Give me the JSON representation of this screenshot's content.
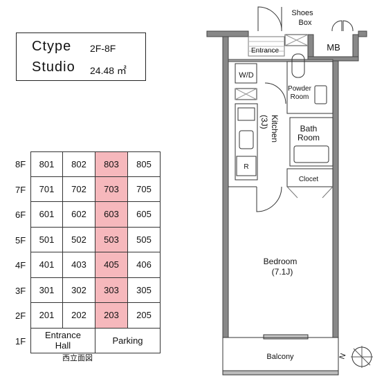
{
  "unit_info": {
    "type": "Ctype",
    "floors": "2F-8F",
    "layout": "Studio",
    "area": "24.48 ㎡"
  },
  "elevation_table": {
    "highlight_color": "#f6b8bc",
    "highlight_column": 2,
    "floors": [
      {
        "label": "8F",
        "units": [
          "801",
          "802",
          "803",
          "805"
        ]
      },
      {
        "label": "7F",
        "units": [
          "701",
          "702",
          "703",
          "705"
        ]
      },
      {
        "label": "6F",
        "units": [
          "601",
          "602",
          "603",
          "605"
        ]
      },
      {
        "label": "5F",
        "units": [
          "501",
          "502",
          "503",
          "505"
        ]
      },
      {
        "label": "4F",
        "units": [
          "401",
          "403",
          "405",
          "406"
        ]
      },
      {
        "label": "3F",
        "units": [
          "301",
          "302",
          "303",
          "305"
        ]
      },
      {
        "label": "2F",
        "units": [
          "201",
          "202",
          "203",
          "205"
        ]
      }
    ],
    "ground": {
      "label": "1F",
      "left": "Entrance Hall",
      "right": "Parking"
    },
    "caption": "西立面図"
  },
  "plan_labels": {
    "shoes_box": "Shoes Box",
    "entrance": "Entrance",
    "mb": "MB",
    "wd": "W/D",
    "powder_room": "Powder Room",
    "kitchen": "Kitchen",
    "kitchen_size": "(3J)",
    "bath_room": "Bath Room",
    "closet": "Clocet",
    "fridge": "R",
    "bedroom": "Bedroom",
    "bedroom_size": "(7.1J)",
    "balcony": "Balcony",
    "north": "N"
  }
}
